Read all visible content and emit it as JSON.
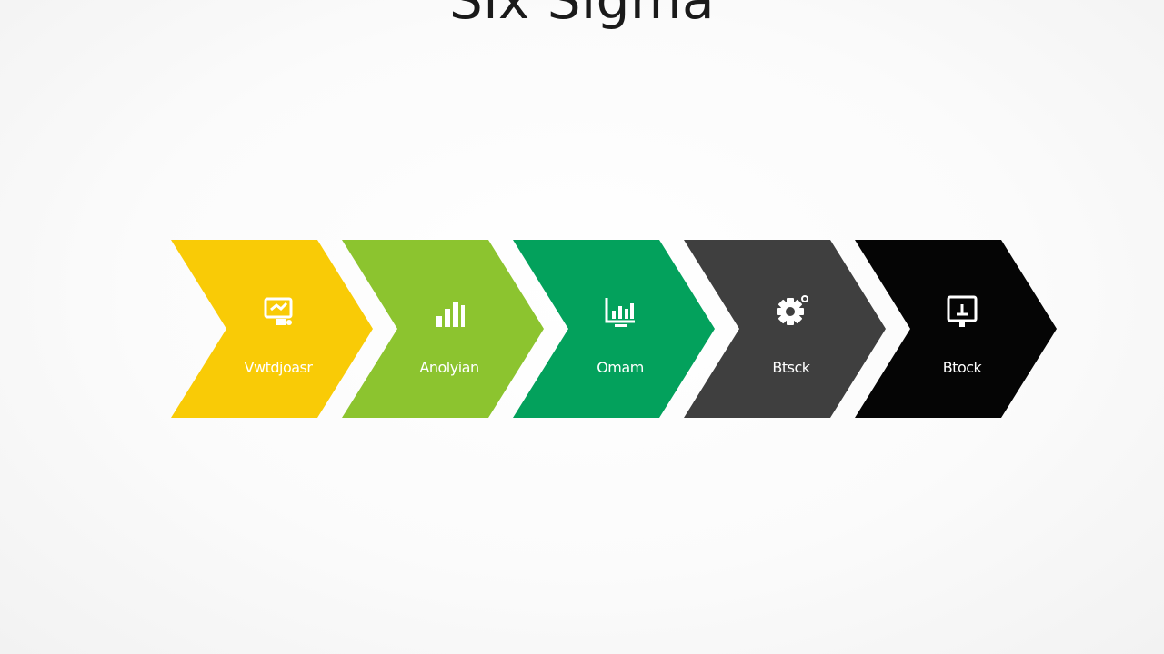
{
  "title": "Six Sigma",
  "steps": [
    {
      "label": "Vwtdjoasr",
      "color": "#f9cb06",
      "icon": "presentation-board-icon"
    },
    {
      "label": "Anolyian",
      "color": "#8cc42f",
      "icon": "bar-chart-icon"
    },
    {
      "label": "Omam",
      "color": "#03a15c",
      "icon": "chart-monitor-icon"
    },
    {
      "label": "Btsck",
      "color": "#3f3f3f",
      "icon": "gear-icon"
    },
    {
      "label": "Btock",
      "color": "#050505",
      "icon": "pin-board-icon"
    }
  ]
}
